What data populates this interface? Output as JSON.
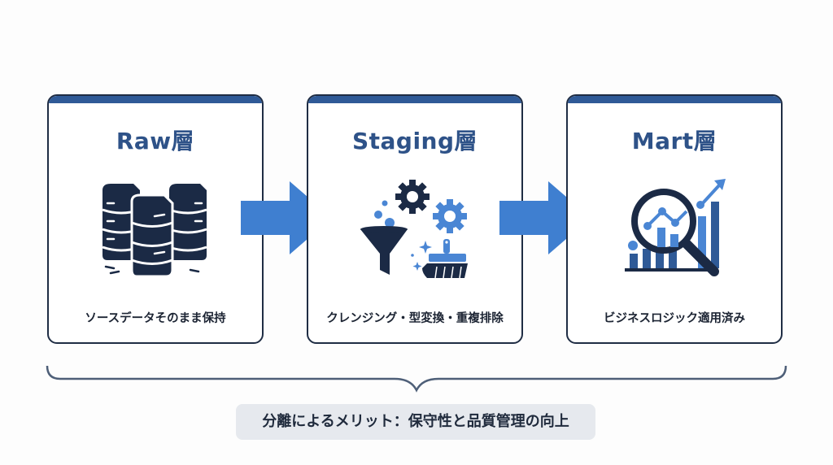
{
  "diagram": {
    "layers": [
      {
        "title": "Raw層",
        "description": "ソースデータそのまま保持",
        "icon": "database-stack-icon"
      },
      {
        "title": "Staging層",
        "description": "クレンジング・型変換・重複排除",
        "icon": "funnel-gears-brush-icon"
      },
      {
        "title": "Mart層",
        "description": "ビジネスロジック適用済み",
        "icon": "magnifier-chart-icon"
      }
    ],
    "flow_arrows": [
      "right-arrow",
      "right-arrow"
    ],
    "summary": "分離によるメリット：保守性と品質管理の向上",
    "colors": {
      "header_bar": "#2f5a97",
      "title_text": "#2e5288",
      "arrow": "#3f7fd0",
      "icon_dark": "#1b2a45",
      "icon_light": "#4a86d4",
      "border": "#1f2d44",
      "summary_bg": "#e6e9ee"
    }
  }
}
